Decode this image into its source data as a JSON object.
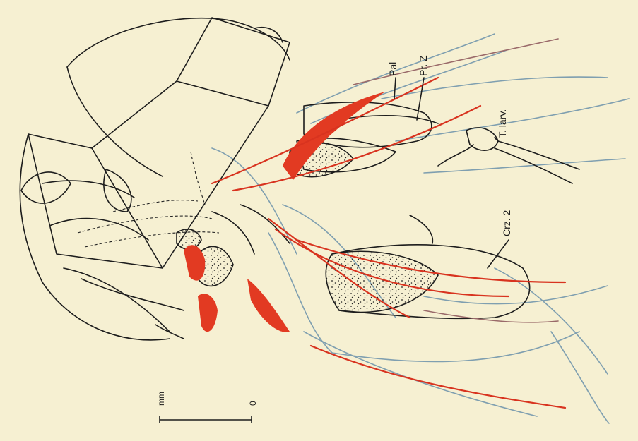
{
  "labels": {
    "pal": "Pal",
    "prz": "Pr. Z",
    "tlarv": "T. larv.",
    "crz2": "Crz. 2"
  },
  "scale_bar": {
    "unit": "mm",
    "start": "0"
  },
  "colors": {
    "background": "#f6f0d2",
    "ink": "#1d1d1d",
    "muscle_red": "#e23a22",
    "nerve_blue": "#7f9fb0"
  }
}
